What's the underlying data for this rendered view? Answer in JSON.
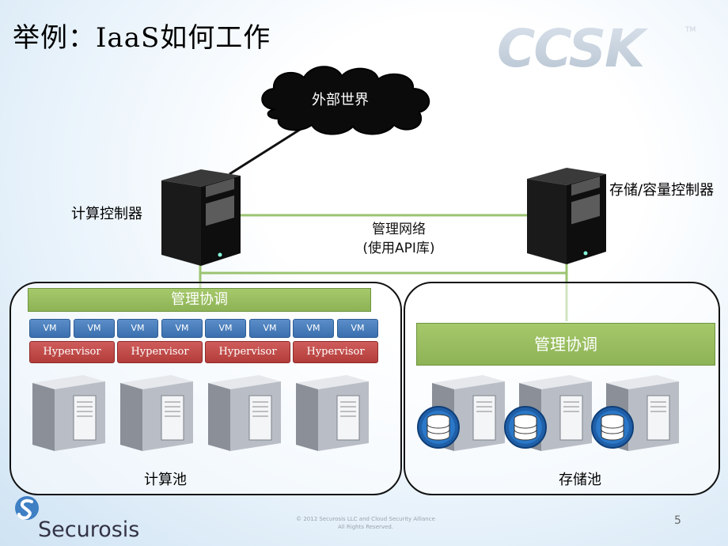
{
  "slide": {
    "title": "举例：IaaS如何工作",
    "logo_text": "CCSK",
    "page_number": "5",
    "footer_line1": "© 2012 Securosis LLC and Cloud Security Alliance",
    "footer_line2": "All Rights Reserved.",
    "brand_text": "Securosis"
  },
  "diagram": {
    "external": "外部世界",
    "compute_controller": "计算控制器",
    "storage_controller": "存储/容量控制器",
    "network_label_line1": "管理网络",
    "network_label_line2": "(使用API库)",
    "compute_pool": {
      "orchestration": "管理协调",
      "vm_label": "VM",
      "hypervisor_label": "Hypervisor",
      "hosts": 4,
      "label": "计算池"
    },
    "storage_pool": {
      "orchestration": "管理协调",
      "nodes": 3,
      "label": "存储池"
    }
  },
  "colors": {
    "management_bar": "#8db356",
    "vm": "#3a6fae",
    "hypervisor": "#b23c3a",
    "network_line": "#9bc471"
  }
}
